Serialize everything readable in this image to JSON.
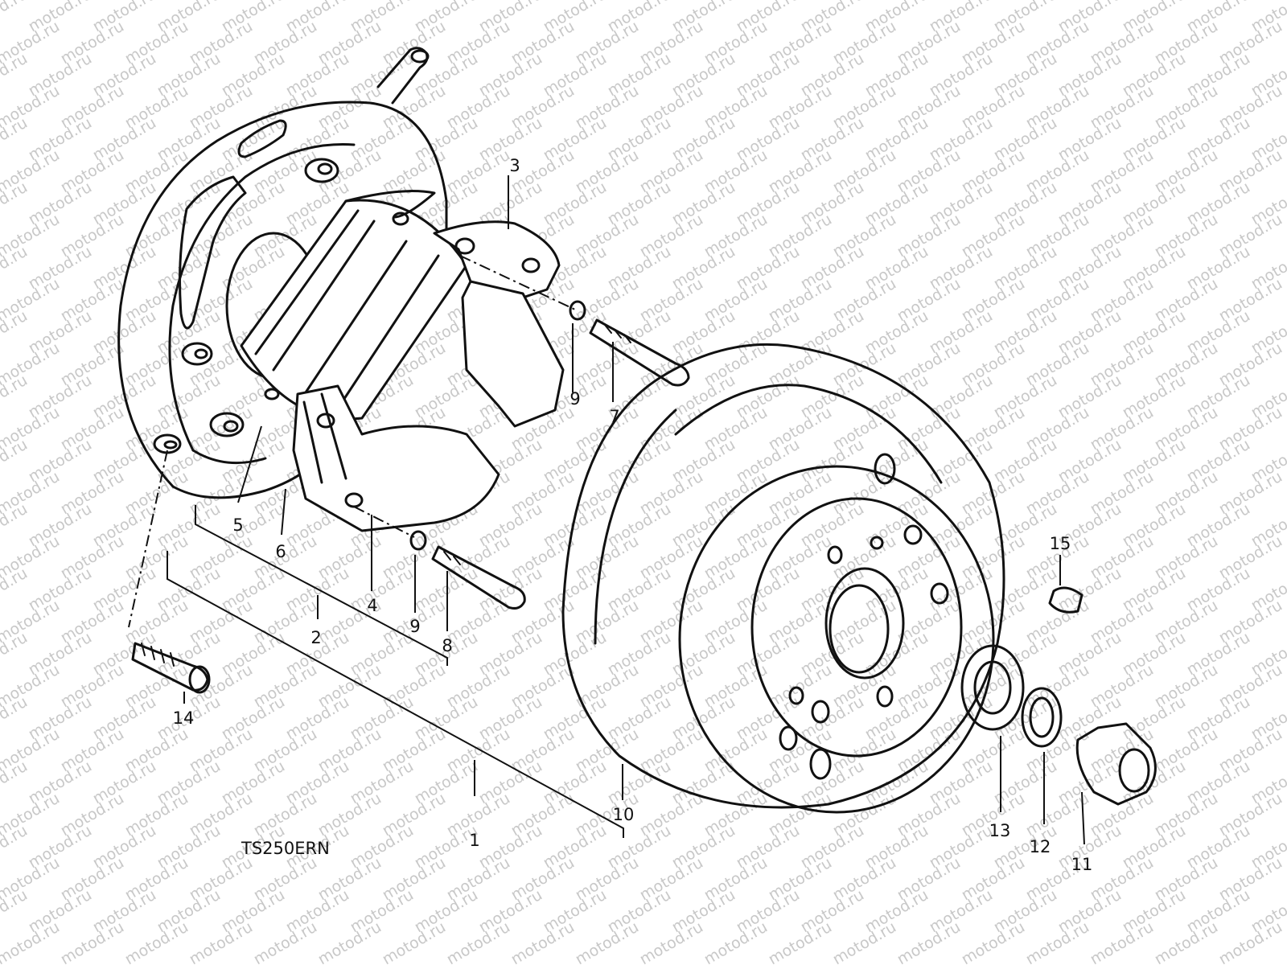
{
  "watermark": {
    "text": "motod.ru",
    "color": "#c8c8c8"
  },
  "model_label": "TS250ERN",
  "callouts": [
    {
      "id": "1",
      "text": "1"
    },
    {
      "id": "2",
      "text": "2"
    },
    {
      "id": "3",
      "text": "3"
    },
    {
      "id": "4",
      "text": "4"
    },
    {
      "id": "5",
      "text": "5"
    },
    {
      "id": "6",
      "text": "6"
    },
    {
      "id": "7",
      "text": "7"
    },
    {
      "id": "8",
      "text": "8"
    },
    {
      "id": "9a",
      "text": "9"
    },
    {
      "id": "9b",
      "text": "9"
    },
    {
      "id": "10",
      "text": "10"
    },
    {
      "id": "11",
      "text": "11"
    },
    {
      "id": "12",
      "text": "12"
    },
    {
      "id": "13",
      "text": "13"
    },
    {
      "id": "14",
      "text": "14"
    },
    {
      "id": "15",
      "text": "15"
    }
  ]
}
